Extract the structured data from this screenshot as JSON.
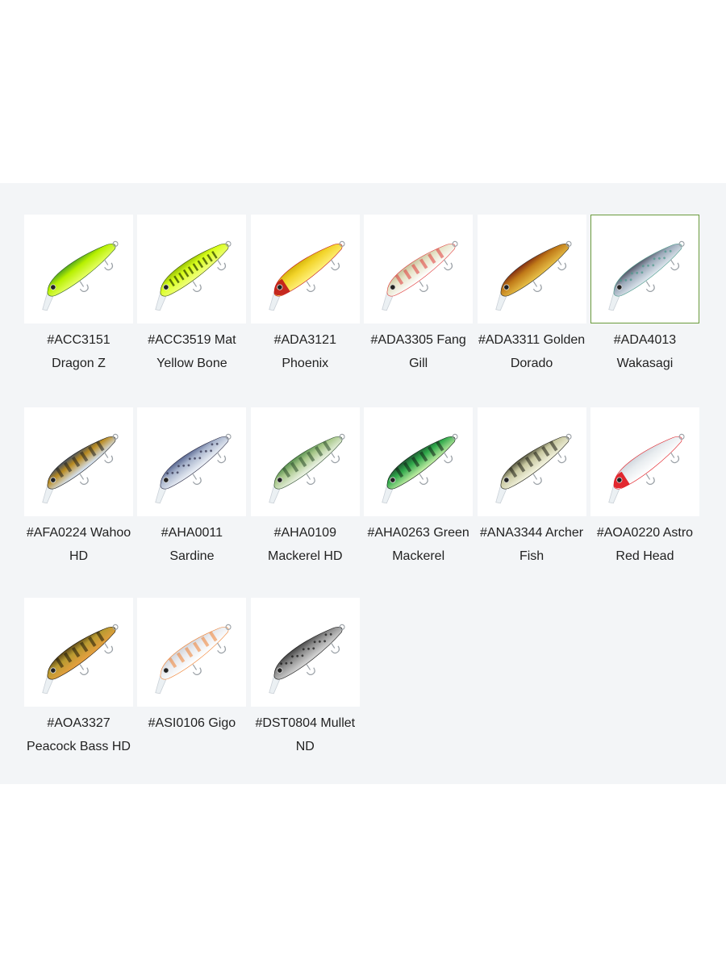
{
  "swatches": [
    {
      "code": "#ACC3151",
      "name": "Dragon Z",
      "label": "#ACC3151 Dragon Z",
      "colors": {
        "back": "#2e8b2a",
        "body": "#b7f000",
        "belly": "#e6ff66",
        "accent": "#2f5f1f"
      },
      "pattern": "plain",
      "selected": false
    },
    {
      "code": "#ACC3519",
      "name": "Mat Yellow Bone",
      "label": "#ACC3519 Mat Yellow Bone",
      "colors": {
        "back": "#7fa800",
        "body": "#d8ff1a",
        "belly": "#f0ff80",
        "accent": "#3d5400"
      },
      "pattern": "bone",
      "selected": false
    },
    {
      "code": "#ADA3121",
      "name": "Phoenix",
      "label": "#ADA3121 Phoenix",
      "colors": {
        "back": "#c9a800",
        "body": "#f2d42a",
        "belly": "#fff07a",
        "accent": "#c0141a"
      },
      "pattern": "redhead",
      "selected": false
    },
    {
      "code": "#ADA3305",
      "name": "Fang Gill",
      "label": "#ADA3305 Fang Gill",
      "colors": {
        "back": "#b9b58a",
        "body": "#e6e3c8",
        "belly": "#ffffff",
        "accent": "#e03a3a"
      },
      "pattern": "bars",
      "selected": false
    },
    {
      "code": "#ADA3311",
      "name": "Golden Dorado",
      "label": "#ADA3311 Golden Dorado",
      "colors": {
        "back": "#6a1010",
        "body": "#c07a18",
        "belly": "#e8c24a",
        "accent": "#2a2a2a"
      },
      "pattern": "plain",
      "selected": false
    },
    {
      "code": "#ADA4013",
      "name": "Wakasagi",
      "label": "#ADA4013 Wakasagi",
      "colors": {
        "back": "#3a3a4a",
        "body": "#9aa8b8",
        "belly": "#dfe8ef",
        "accent": "#4a9a8a"
      },
      "pattern": "scatter",
      "selected": true
    },
    {
      "code": "#AFA0224",
      "name": "Wahoo HD",
      "label": "#AFA0224 Wahoo HD",
      "colors": {
        "back": "#1a3a7a",
        "body": "#b88a20",
        "belly": "#d8e8ff",
        "accent": "#1e1e1e"
      },
      "pattern": "bars",
      "selected": false
    },
    {
      "code": "#AHA0011",
      "name": "Sardine",
      "label": "#AHA0011 Sardine",
      "colors": {
        "back": "#3a4a7a",
        "body": "#a8b4cc",
        "belly": "#eef2f8",
        "accent": "#2a2a44"
      },
      "pattern": "dots",
      "selected": false
    },
    {
      "code": "#AHA0109",
      "name": "Mackerel HD",
      "label": "#AHA0109 Mackerel HD",
      "colors": {
        "back": "#3a7a3a",
        "body": "#a8c88a",
        "belly": "#eef4e8",
        "accent": "#2a4a2a"
      },
      "pattern": "bars",
      "selected": false
    },
    {
      "code": "#AHA0263",
      "name": "Green Mackerel",
      "label": "#AHA0263 Green Mackerel",
      "colors": {
        "back": "#1a3a2a",
        "body": "#2fa84a",
        "belly": "#c8f0a8",
        "accent": "#0e1e14"
      },
      "pattern": "bars",
      "selected": false
    },
    {
      "code": "#ANA3344",
      "name": "Archer Fish",
      "label": "#ANA3344 Archer Fish",
      "colors": {
        "back": "#2a2a1a",
        "body": "#c8c8a0",
        "belly": "#f4f4e0",
        "accent": "#1a1a10"
      },
      "pattern": "bars",
      "selected": false
    },
    {
      "code": "#AOA0220",
      "name": "Astro Red Head",
      "label": "#AOA0220 Astro Red Head",
      "colors": {
        "back": "#c8d0d8",
        "body": "#e8ecef",
        "belly": "#ffffff",
        "accent": "#e0121a"
      },
      "pattern": "redhead",
      "selected": false
    },
    {
      "code": "#AOA3327",
      "name": "Peacock Bass HD",
      "label": "#AOA3327 Peacock Bass HD",
      "colors": {
        "back": "#3a2a10",
        "body": "#b89a30",
        "belly": "#e8a040",
        "accent": "#1a1408"
      },
      "pattern": "bars",
      "selected": false
    },
    {
      "code": "#ASI0106",
      "name": "Gigo",
      "label": "#ASI0106 Gigo",
      "colors": {
        "back": "#c8ccd4",
        "body": "#e8eaee",
        "belly": "#ffffff",
        "accent": "#f08030"
      },
      "pattern": "bars",
      "selected": false
    },
    {
      "code": "#DST0804",
      "name": "Mullet ND",
      "label": "#DST0804 Mullet ND",
      "colors": {
        "back": "#2a2a2a",
        "body": "#8a8a8a",
        "belly": "#d8d8d8",
        "accent": "#111111"
      },
      "pattern": "scatter",
      "selected": false
    }
  ]
}
